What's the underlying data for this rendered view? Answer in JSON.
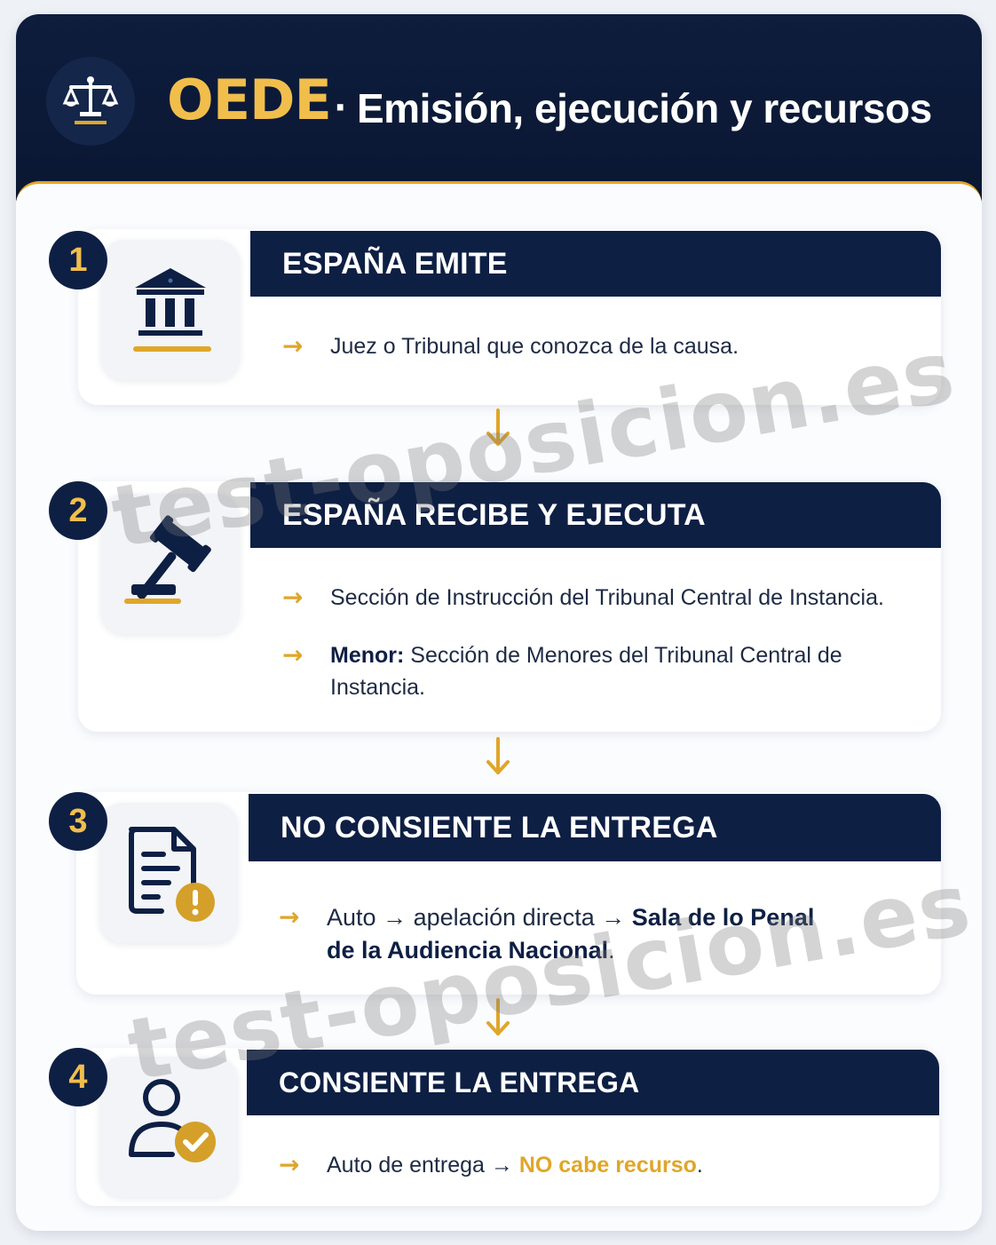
{
  "header": {
    "title_main": "OEDE",
    "title_separator": "·",
    "title_sub": "Emisión, ejecución y recursos",
    "logo_icon": "scales-of-justice-icon"
  },
  "colors": {
    "navy": "#0e1f44",
    "gold": "#e0a62a",
    "title_gold": "#f1be4c",
    "background": "#fbfcfe"
  },
  "steps": [
    {
      "number": "1",
      "title": "ESPAÑA EMITE",
      "icon": "courthouse-icon",
      "lines": [
        {
          "text": "Juez o Tribunal que conozca de la causa."
        }
      ]
    },
    {
      "number": "2",
      "title": "ESPAÑA RECIBE Y EJECUTA",
      "icon": "gavel-icon",
      "lines": [
        {
          "text": "Sección de Instrucción del Tribunal Central de Instancia."
        },
        {
          "label": "Menor:",
          "text_part1": "Sección de Menores del Tribunal Central de",
          "text_part2": "Instancia."
        }
      ]
    },
    {
      "number": "3",
      "title": "NO CONSIENTE LA ENTREGA",
      "icon": "document-alert-icon",
      "lines": [
        {
          "p1": "Auto",
          "sep1": "→",
          "p2": "apelación directa",
          "sep2": "→",
          "p3": "Sala de lo Penal",
          "p4": "de la Audiencia Nacional",
          "end": "."
        }
      ]
    },
    {
      "number": "4",
      "title": "CONSIENTE LA ENTREGA",
      "icon": "user-check-icon",
      "lines": [
        {
          "p1": "Auto de entrega",
          "sep1": "→",
          "p2": "NO cabe recurso",
          "end": "."
        }
      ]
    }
  ],
  "bullet_arrow": "→",
  "watermark": "test-oposicion.es"
}
